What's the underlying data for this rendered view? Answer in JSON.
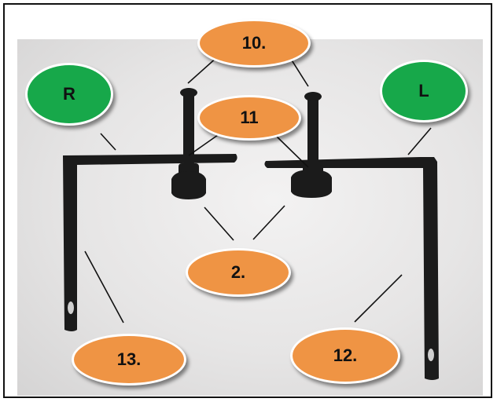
{
  "diagram": {
    "labels": {
      "side_right": "R",
      "side_left": "L",
      "part_10": "10.",
      "part_11": "11",
      "part_2": "2.",
      "part_13": "13.",
      "part_12": "12."
    },
    "colors": {
      "callout_orange": "#ef9444",
      "callout_green": "#17a84a",
      "bracket": "#1b1b1b",
      "border": "#111111"
    }
  }
}
